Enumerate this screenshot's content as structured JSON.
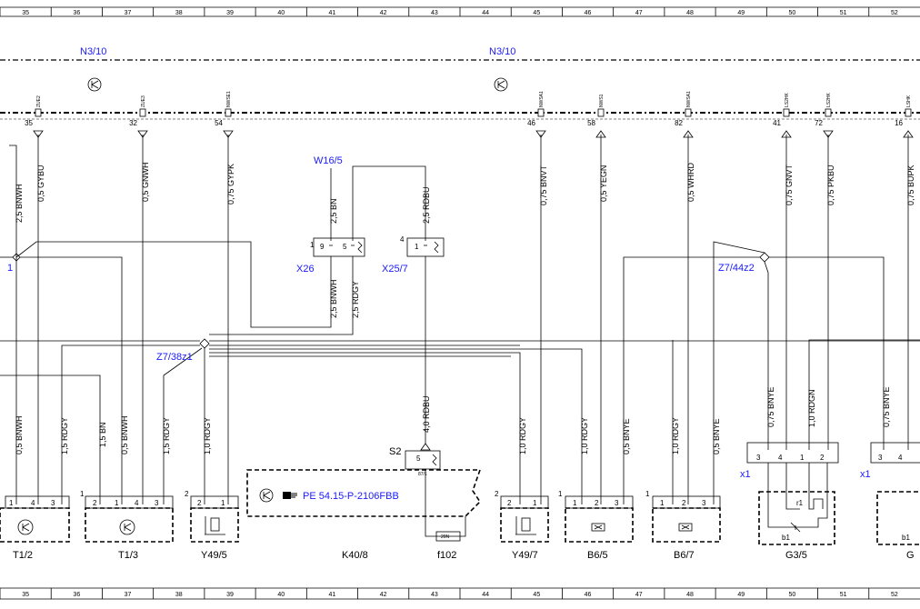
{
  "grid_numbers": [
    "35",
    "36",
    "37",
    "38",
    "39",
    "40",
    "41",
    "42",
    "43",
    "44",
    "45",
    "46",
    "47",
    "48",
    "49",
    "50",
    "51",
    "52"
  ],
  "modules": {
    "top_left": "N3/10",
    "top_right": "N3/10"
  },
  "top_connector": {
    "pins": [
      {
        "num": "35",
        "label": "ZUE2"
      },
      {
        "num": "32",
        "label": "ZUE3"
      },
      {
        "num": "54",
        "label": "NWSE1"
      },
      {
        "num": "46",
        "label": "NWSA1"
      },
      {
        "num": "58",
        "label": "NWS1"
      },
      {
        "num": "82",
        "label": "NWSA1"
      },
      {
        "num": "41",
        "label": "LS2HK"
      },
      {
        "num": "72",
        "label": "LS2HK"
      },
      {
        "num": "16",
        "label": "LSHK"
      }
    ]
  },
  "wires": {
    "w1": "2,5 BNWH",
    "w2": "0,5 GYBU",
    "w3": "0,5 GNWH",
    "w4": "0,75 GYPK",
    "w5": "2,5 BN",
    "w6": "2,5 RDBU",
    "w7": "0,75 BNVT",
    "w8": "0,5 YEGN",
    "w9": "0,5 WHRD",
    "w10": "0,75 GNVT",
    "w11": "0,75 PKBU",
    "w12": "0,75 BUPK",
    "w13": "2,5 BNWH",
    "w14": "2,5 RDGY",
    "w15": "0,5 BNWH",
    "w16": "1,5 RDGY",
    "w17": "1,5 BN",
    "w18": "0,5 BNWH",
    "w19": "1,5 RDGY",
    "w20": "1,0 RDGY",
    "w21": "4,0 RDBU",
    "w22": "1,0 RDGY",
    "w23": "1,0 RDGY",
    "w24": "0,5 BNYE",
    "w25": "1,0 RDGY",
    "w26": "0,5 BNYE",
    "w27": "0,75 BNYE",
    "w28": "1,0 RDGN",
    "w29": "0,75 BNYE"
  },
  "labels": {
    "w16_5": "W16/5",
    "x26": "X26",
    "x25_7": "X25/7",
    "z7_38z1": "Z7/38z1",
    "z7_44z2": "Z7/44z2",
    "s2": "S2",
    "pe_ref": "PE 54.15-P-2106FBB",
    "x1_left": "x1",
    "x1_right": "x1",
    "edge_1": "1"
  },
  "components": {
    "t1_2": "T1/2",
    "t1_3": "T1/3",
    "y49_5": "Y49/5",
    "k40_8": "K40/8",
    "f102": "f102",
    "fuse_rating": "20N",
    "y49_7": "Y49/7",
    "b6_5": "B6/5",
    "b6_7": "B6/7",
    "g3_5": "G3/5",
    "g_partial": "G",
    "b1": "b1",
    "b1_partial": "b1",
    "r1": "r1",
    "s2_pin": "87/1",
    "s2_pin5": "5"
  },
  "pins": {
    "x26_9": "9",
    "x26_5": "5",
    "x26_1": "1",
    "x25_4": "4",
    "x25_1": "1",
    "t12_1": "1",
    "t12_4": "4",
    "t12_3": "3",
    "t13_1a": "1",
    "t13_2": "2",
    "t13_1b": "1",
    "t13_4": "4",
    "t13_3": "3",
    "y495_2a": "2",
    "y495_2": "2",
    "y495_1": "1",
    "y497_2a": "2",
    "y497_2": "2",
    "y497_1": "1",
    "b65_1a": "1",
    "b65_1": "1",
    "b65_2": "2",
    "b65_3": "3",
    "b67_1a": "1",
    "b67_1": "1",
    "b67_2": "2",
    "b67_3": "3",
    "g35_3": "3",
    "g35_4": "4",
    "g35_1": "1",
    "g35_2": "2",
    "g_right_3": "3",
    "g_right_4": "4"
  }
}
